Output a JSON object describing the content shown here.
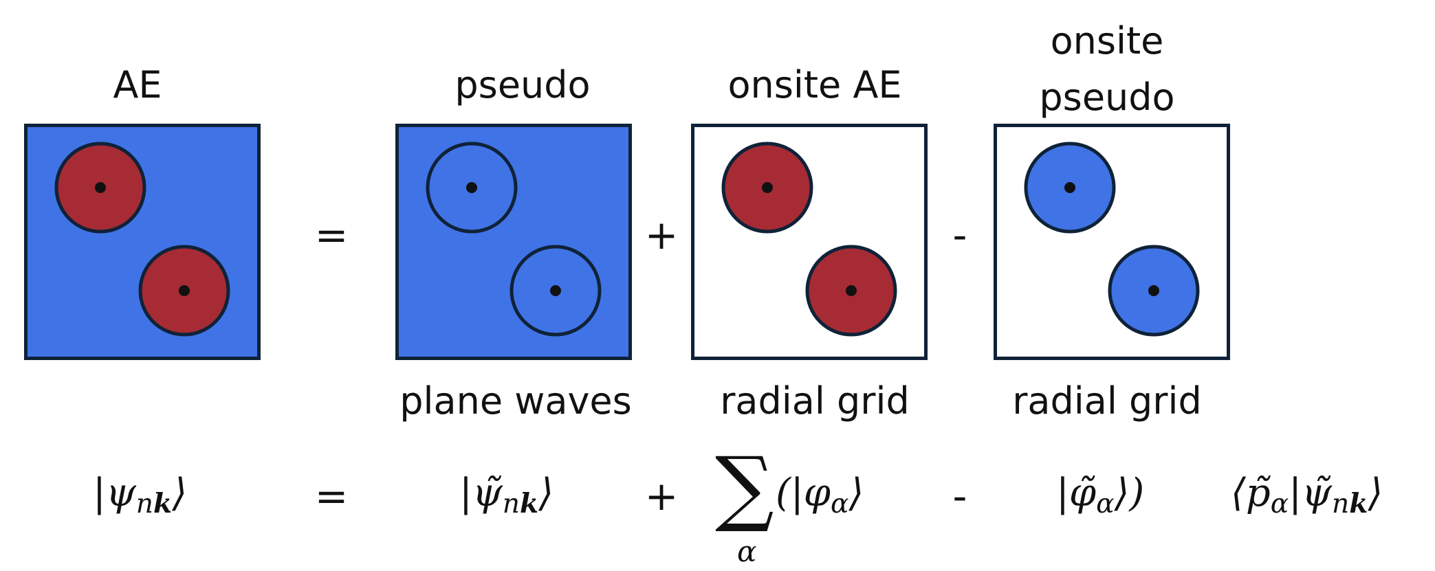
{
  "colors": {
    "blue": "#4073E6",
    "red": "#A62B34",
    "border": "#0f2238",
    "white": "#ffffff"
  },
  "panels": [
    {
      "title": "AE",
      "subtitle": "",
      "background": "blue",
      "circle_fill": "red",
      "circle_style": "filled"
    },
    {
      "title": "pseudo",
      "subtitle": "plane waves",
      "background": "blue",
      "circle_fill": "blue",
      "circle_style": "outline"
    },
    {
      "title": "onsite AE",
      "subtitle": "radial grid",
      "background": "white",
      "circle_fill": "red",
      "circle_style": "filled"
    },
    {
      "title_line1": "onsite",
      "title_line2": "pseudo",
      "subtitle": "radial grid",
      "background": "white",
      "circle_fill": "blue",
      "circle_style": "filled"
    }
  ],
  "operators": {
    "equals": "=",
    "plus": "+",
    "minus": "-"
  },
  "equation": {
    "lhs": "|ψnk⟩",
    "equals": "=",
    "term1": "|ψ̃nk⟩",
    "plus": "+",
    "sum_symbol": "∑",
    "sum_index": "α",
    "term2": "(|φα⟩",
    "minus": "-",
    "term3": "|φ̃α⟩)",
    "projector": "⟨p̃α|ψ̃nk⟩"
  }
}
